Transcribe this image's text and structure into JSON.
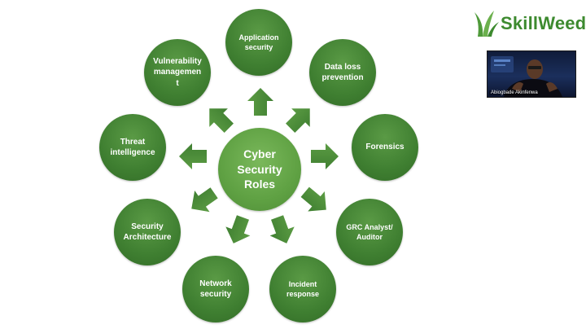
{
  "center": {
    "line1": "Cyber",
    "line2": "Security",
    "line3": "Roles"
  },
  "roles": {
    "application": {
      "line1": "Application",
      "line2": "security"
    },
    "dataloss": {
      "line1": "Data loss",
      "line2": "prevention"
    },
    "forensics": {
      "line1": "Forensics"
    },
    "grc": {
      "line1": "GRC Analyst/",
      "line2": "Auditor"
    },
    "incident": {
      "line1": "Incident",
      "line2": "response"
    },
    "network": {
      "line1": "Network",
      "line2": "security"
    },
    "architecture": {
      "line1": "Security",
      "line2": "Architecture"
    },
    "threat": {
      "line1": "Threat",
      "line2": "intelligence"
    },
    "vulnerability": {
      "line1": "Vulnerability",
      "line2": "managemen",
      "line3": "t"
    }
  },
  "logo": {
    "text": "SkillWeed"
  },
  "video": {
    "name": "Abiogbade Akinfenwa"
  },
  "colors": {
    "node": "#3f7f31",
    "center": "#5fa143",
    "logo": "#3d8a2f",
    "arrow": "#4f8d37"
  }
}
